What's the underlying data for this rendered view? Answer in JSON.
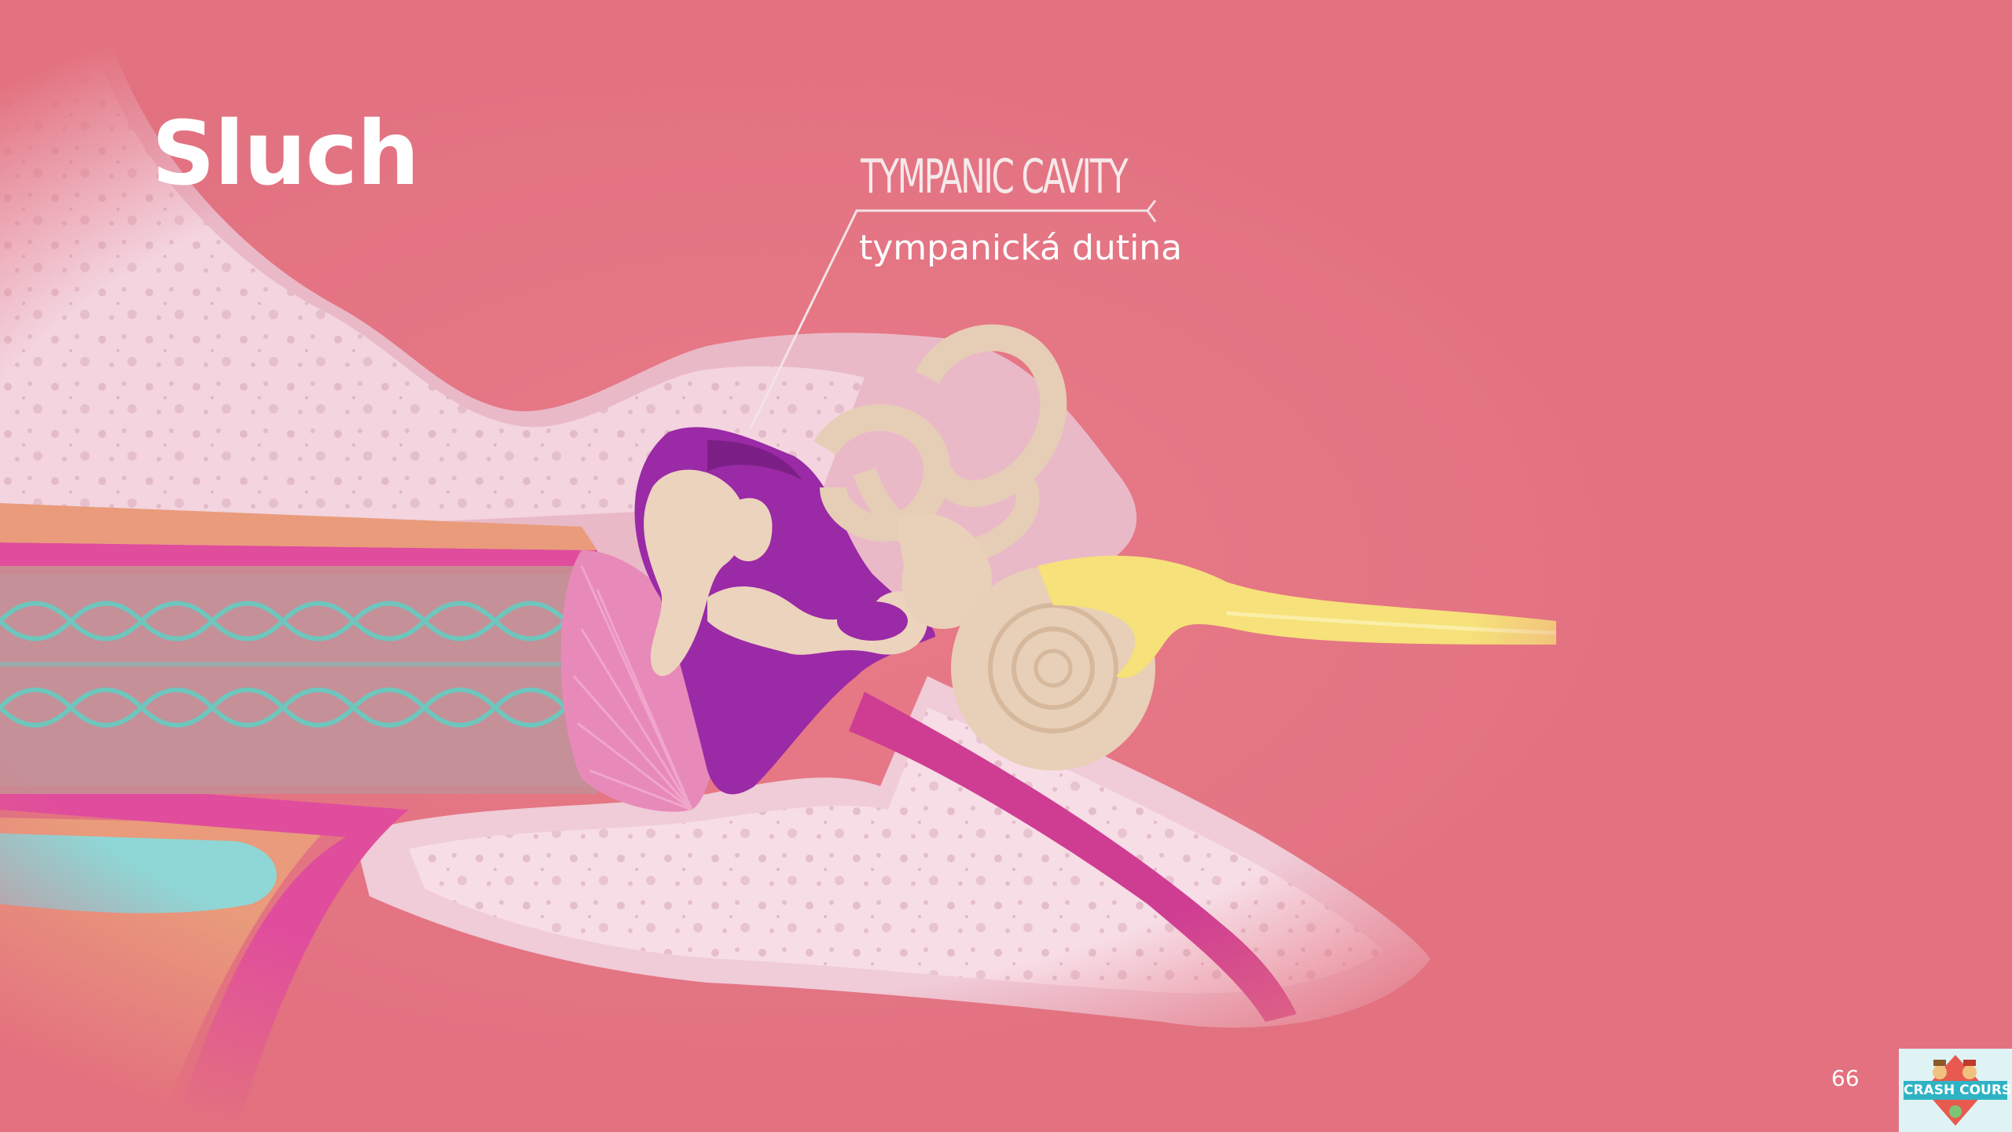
{
  "slide": {
    "title": "Sluch",
    "page_number": "66"
  },
  "annotation": {
    "label_en": "TYMPANIC CAVITY",
    "label_cs": "tympanická dutina"
  },
  "logo": {
    "text": "CRASH COURSE"
  },
  "colors": {
    "background": "#e3717f",
    "bone": "#f3cfdc",
    "tympanic_cavity": "#9a2aa6",
    "ossicles": "#ecd3bd",
    "nerve": "#f6e17a",
    "ear_canal": "#c98a93",
    "hair_cells": "#5fd0c4"
  }
}
